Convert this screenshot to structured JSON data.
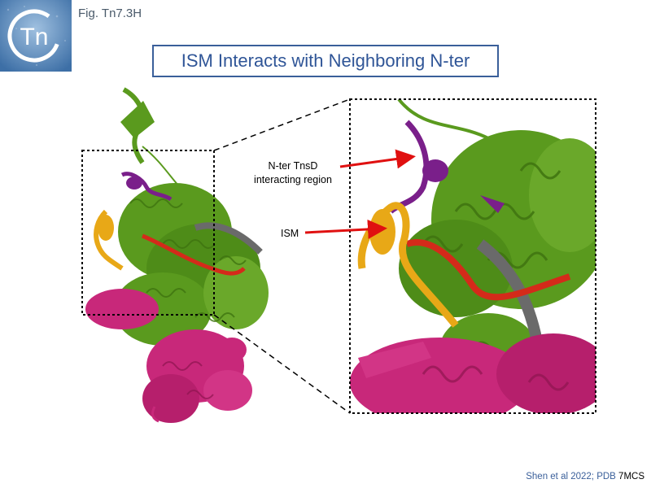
{
  "figure_label": "Fig. Tn7.3H",
  "title": "ISM Interacts with Neighboring N-ter",
  "logo_text": "Tn",
  "annotations": {
    "nter_line1": "N-ter TnsD",
    "nter_line2": "interacting region",
    "ism": "ISM"
  },
  "credit_prefix": "Shen et al 2022; PDB ",
  "credit_pdb": "7MCS",
  "colors": {
    "green_domain": "#5a9a1e",
    "purple_nter": "#7a1f8a",
    "orange_ism": "#e8a817",
    "magenta_domain": "#c8287a",
    "red_strand": "#d42a1a",
    "gray_dna": "#6a6a6a",
    "arrow": "#e01010",
    "title_blue": "#2f5597"
  }
}
